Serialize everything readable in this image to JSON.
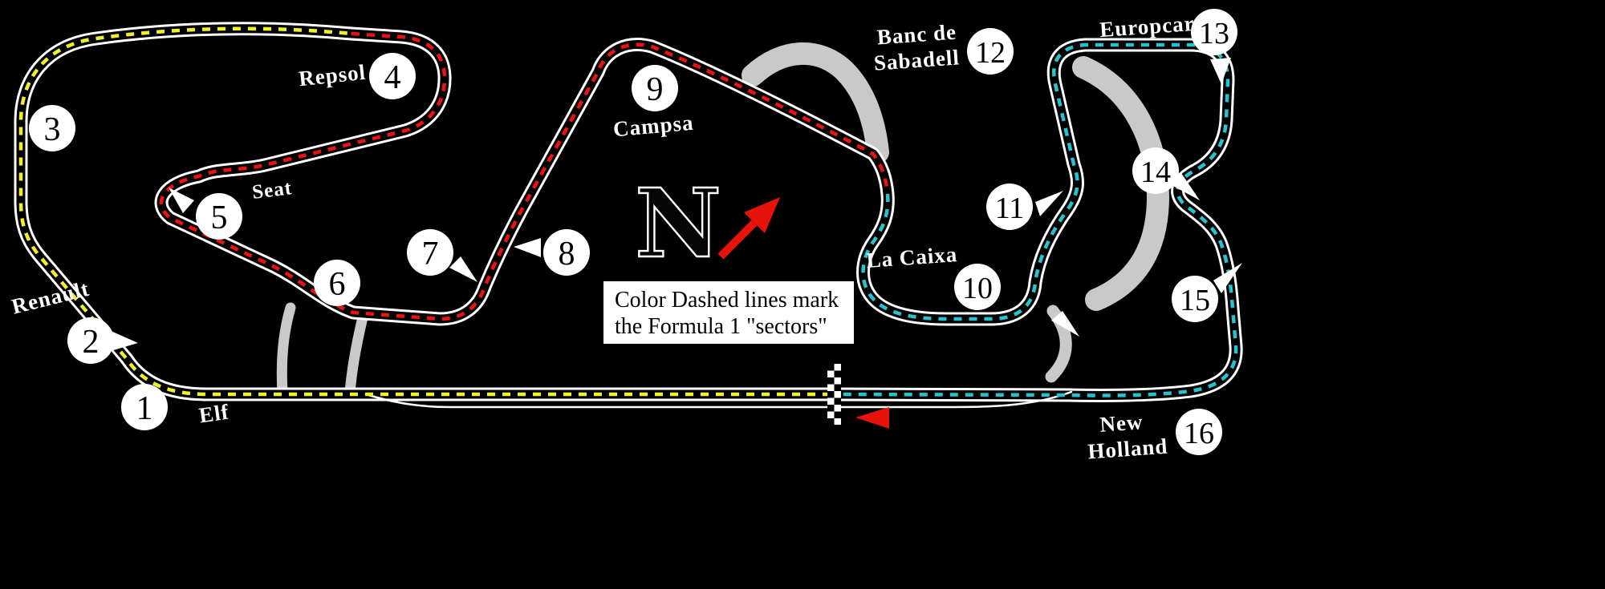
{
  "background": "#000000",
  "compass": {
    "letter": "N",
    "arrow_color": "#e8120c"
  },
  "direction_arrow_color": "#e8120c",
  "legend": {
    "line1": "Color Dashed lines mark",
    "line2": "the Formula 1 \"sectors\"",
    "bg": "#ffffff",
    "text_color": "#000000"
  },
  "track": {
    "edge_color": "#ffffff",
    "surface_color": "#000000",
    "old_layout_color": "#c9c9c9"
  },
  "sectors": {
    "sector1_color": "#f2ef2a",
    "sector2_color": "#ee1111",
    "sector3_color": "#25c3cf"
  },
  "corner_numbers": [
    "1",
    "2",
    "3",
    "4",
    "5",
    "6",
    "7",
    "8",
    "9",
    "10",
    "11",
    "12",
    "13",
    "14",
    "15",
    "16"
  ],
  "corner_labels": {
    "renault": "Renault",
    "elf": "Elf",
    "seat": "Seat",
    "repsol": "Repsol",
    "campsa": "Campsa",
    "banc_de_sabadell": [
      "Banc de",
      "Sabadell"
    ],
    "la_caixa": "La Caixa",
    "europcar": "Europcar",
    "new_holland": [
      "New",
      "Holland"
    ]
  }
}
